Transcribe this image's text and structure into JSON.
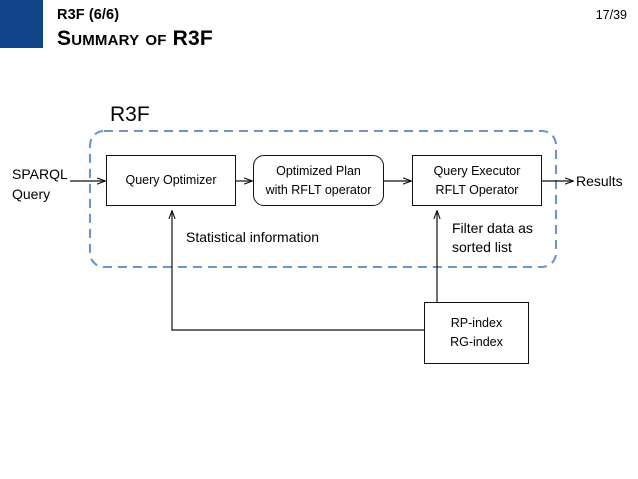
{
  "header": {
    "kicker": "R3F (6/6)",
    "title": "Summary of R3F",
    "page_number": "17/39",
    "accent_color": "#11458a"
  },
  "diagram": {
    "boundary": {
      "label": "R3F",
      "stroke_color": "#6a95c8",
      "style": "dashed"
    },
    "boxes": [
      {
        "id": "query-optimizer",
        "lines": [
          "Query Optimizer"
        ],
        "shape": "rectangle"
      },
      {
        "id": "optimized-plan",
        "lines": [
          "Optimized Plan",
          "with RFLT operator"
        ],
        "shape": "rounded-rectangle"
      },
      {
        "id": "query-executor",
        "lines": [
          "Query Executor",
          "RFLT Operator"
        ],
        "shape": "rectangle"
      },
      {
        "id": "indexes",
        "lines": [
          "RP-index",
          "RG-index"
        ],
        "shape": "rectangle"
      }
    ],
    "labels": {
      "input": "SPARQL\nQuery",
      "output": "Results",
      "statistical": "Statistical  information",
      "filter": "Filter data as\nsorted list"
    }
  }
}
